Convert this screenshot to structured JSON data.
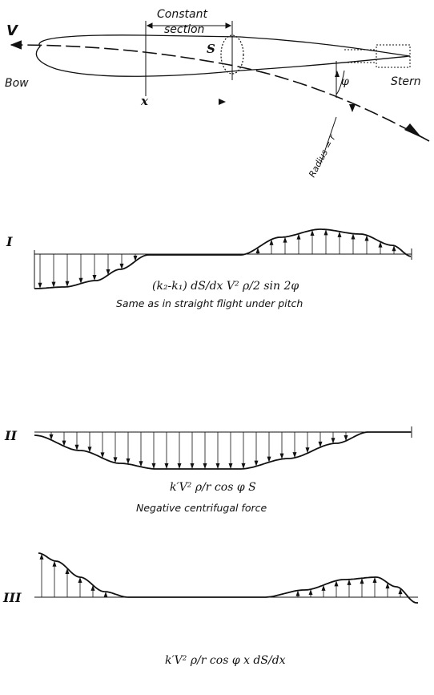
{
  "top": {
    "velocity_label": "V",
    "section_label_1": "Constant",
    "section_label_2": "section",
    "area_label": "S",
    "bow_label": "Bow",
    "stern_label": "Stern",
    "x_label": "x",
    "angle_label": "φ",
    "radius_label": "Radius = r"
  },
  "panels": [
    {
      "numeral": "I",
      "formula": "(k₂-k₁) dS/dx V² ρ/2 sin 2φ",
      "caption": "Same as in straight flight under pitch"
    },
    {
      "numeral": "II",
      "formula": "k′V² ρ/r cos φ S",
      "caption": "Negative centrifugal force"
    },
    {
      "numeral": "III",
      "formula": "k′V² ρ/r cos φ x dS/dx",
      "caption": ""
    }
  ],
  "colors": {
    "ink": "#111111",
    "paper": "#ffffff"
  }
}
